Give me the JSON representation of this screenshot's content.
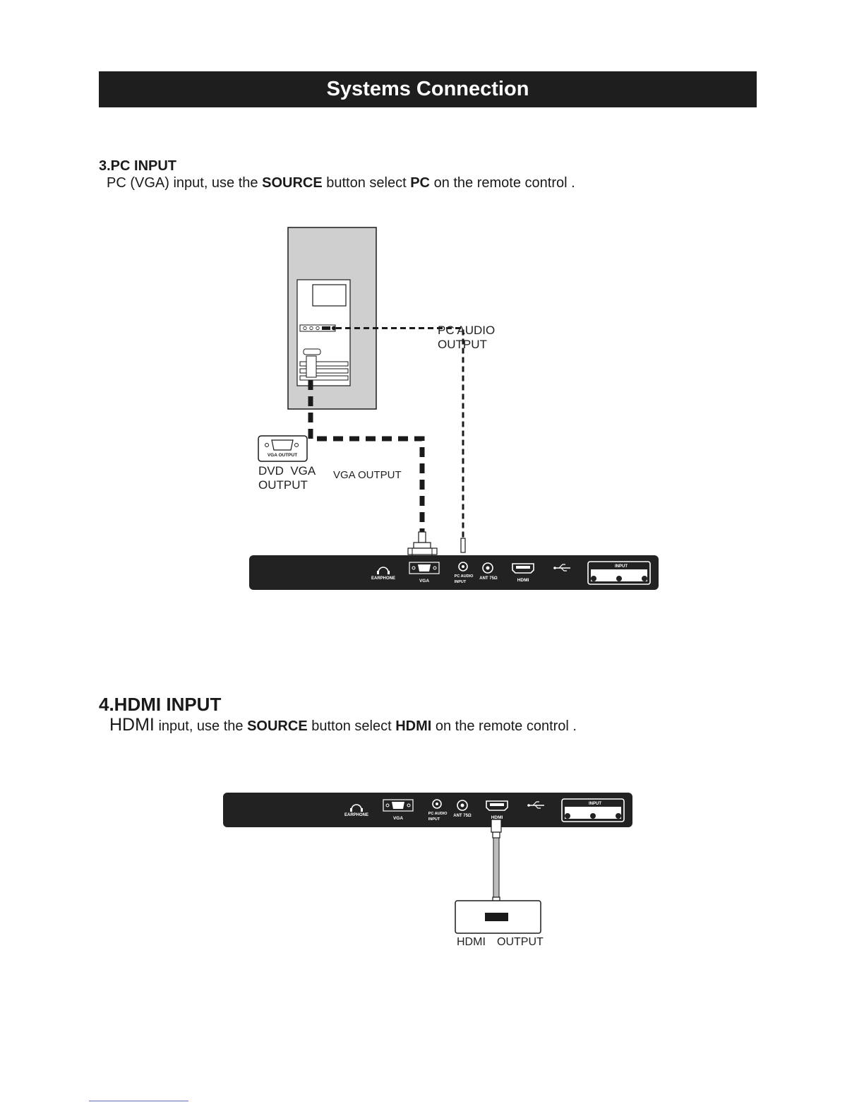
{
  "header": {
    "title": "Systems Connection"
  },
  "section_pc": {
    "heading": "3.PC INPUT",
    "instruction": {
      "t1": "PC (VGA) input, use the ",
      "b1": "SOURCE",
      "t2": " button select ",
      "b2": "PC",
      "t3": " on the remote control ."
    },
    "labels": {
      "pc_audio_line1": "PC AUDIO",
      "pc_audio_line2": "OUTPUT",
      "dvd_vga_line1": "DVD  VGA",
      "dvd_vga_line2": "OUTPUT",
      "vga_output": "VGA OUTPUT",
      "vga_output_small": "VGA OUTPUT"
    }
  },
  "section_hdmi": {
    "heading": "4.HDMI INPUT",
    "instruction": {
      "t0": "HDMI",
      "t1": " input, use the ",
      "b1": "SOURCE",
      "t2": " button select ",
      "b2": "HDMI",
      "t3": " on the remote control ."
    },
    "labels": {
      "hdmi_out_left": "HDMI",
      "hdmi_out_right": "OUTPUT"
    }
  },
  "tv_panel": {
    "earphone": "EARPHONE",
    "vga": "VGA",
    "pc_audio_1": "PC AUDIO",
    "pc_audio_2": "INPUT",
    "ant": "ANT 75Ω",
    "hdmi": "HDMI",
    "input": "INPUT"
  }
}
